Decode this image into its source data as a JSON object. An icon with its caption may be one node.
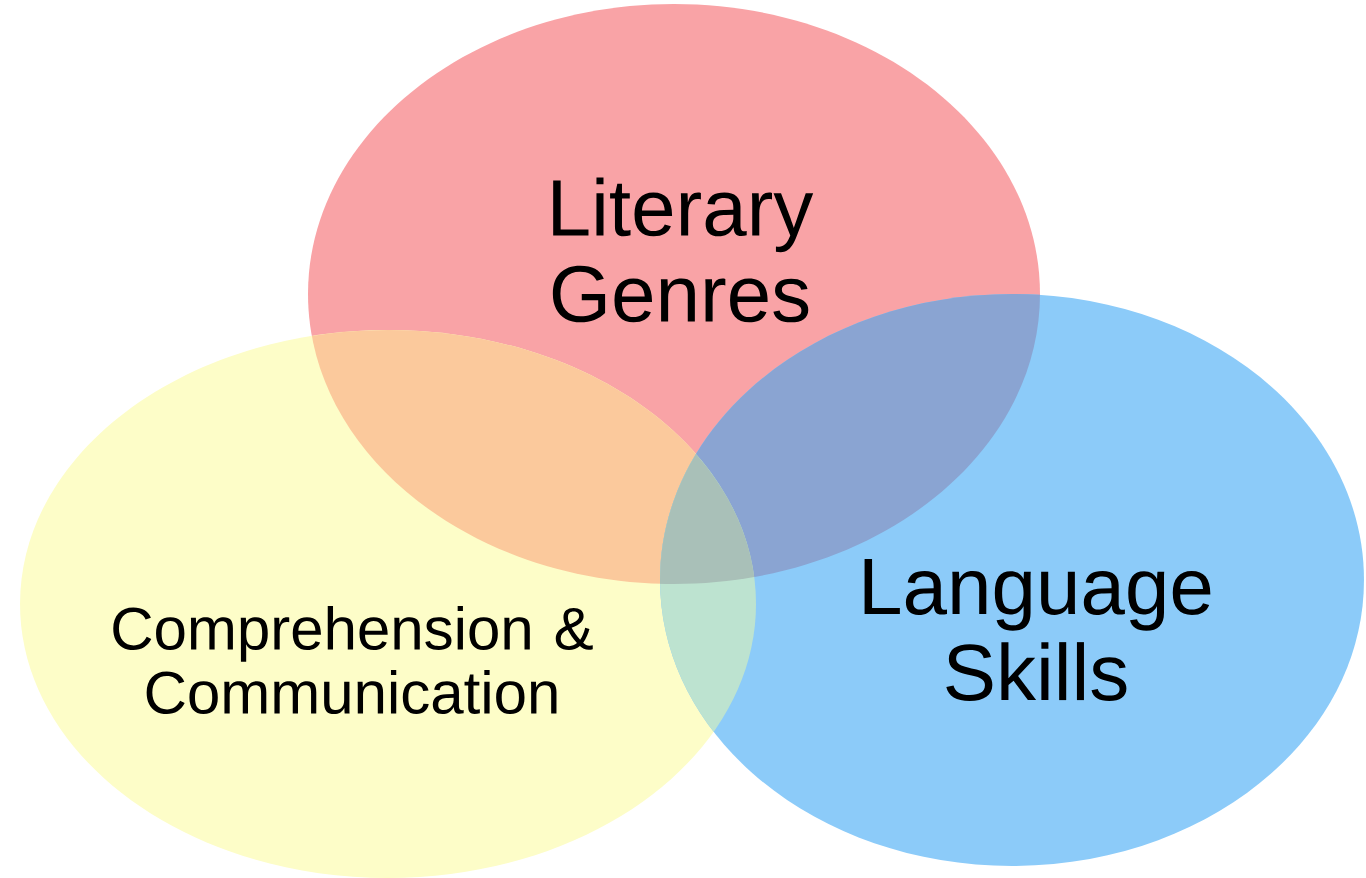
{
  "diagram": {
    "nodes": [
      {
        "text": [
          "Literary Genres"
        ]
      },
      {
        "text": [
          "Comprehension & Communication"
        ]
      },
      {
        "text": [
          "Language Skills"
        ]
      }
    ]
  }
}
